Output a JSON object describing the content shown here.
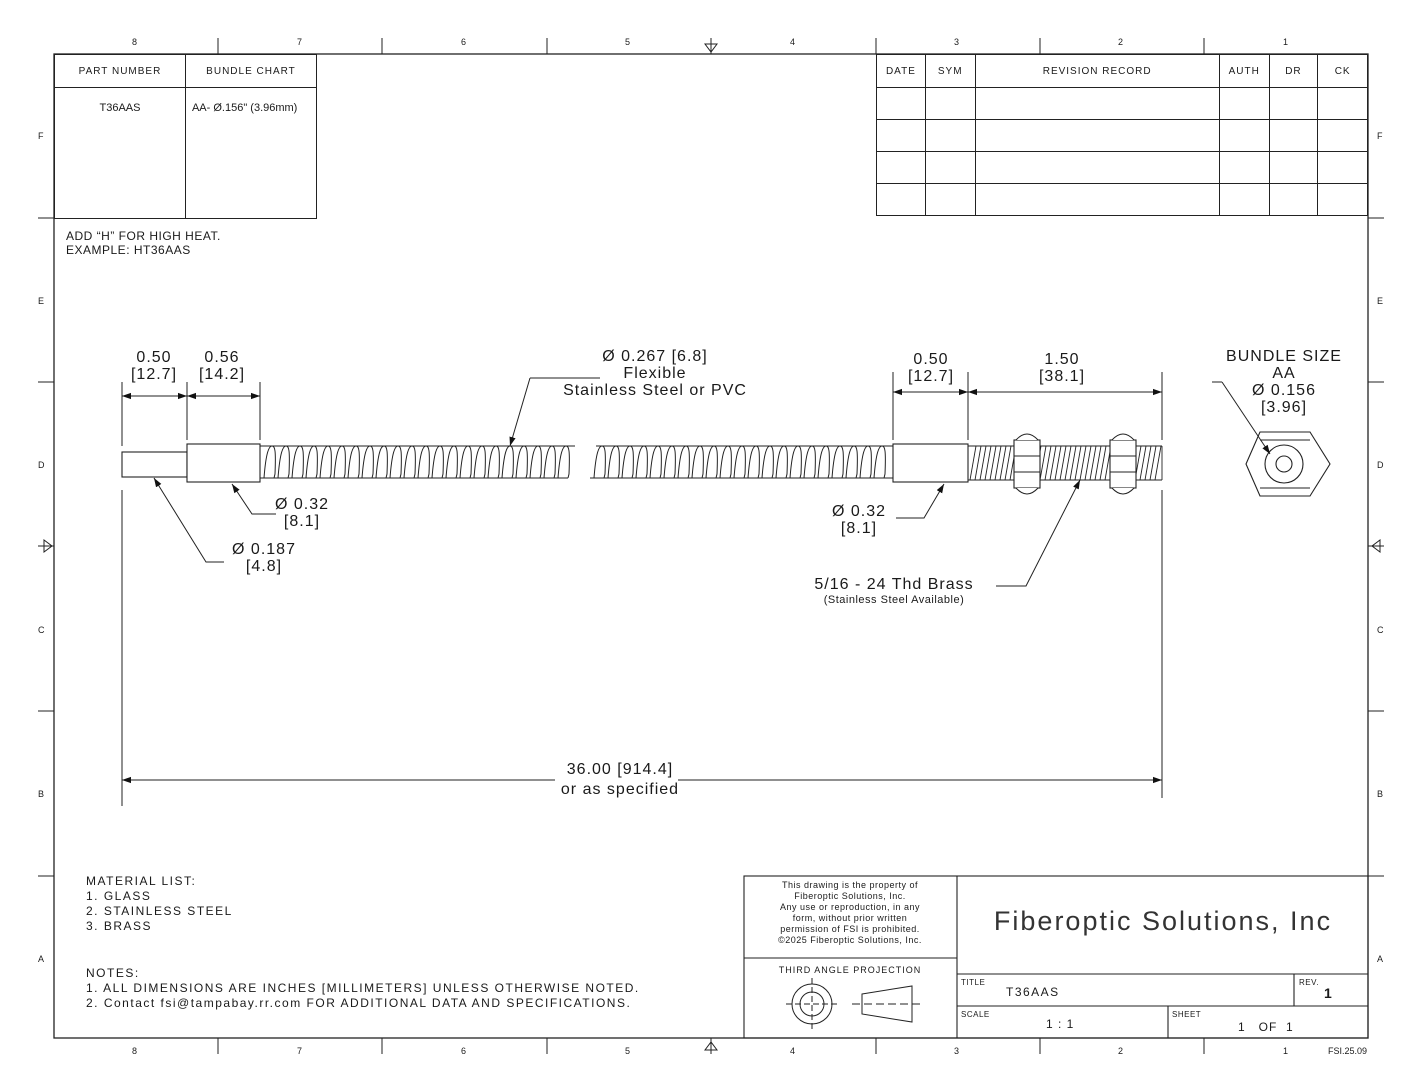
{
  "border": {
    "col_labels": [
      "8",
      "7",
      "6",
      "5",
      "4",
      "3",
      "2",
      "1"
    ],
    "row_labels": [
      "F",
      "E",
      "D",
      "C",
      "B",
      "A"
    ],
    "sheet_code": "FSI.25.09"
  },
  "part_table": {
    "headers": [
      "PART NUMBER",
      "BUNDLE CHART"
    ],
    "part_number": "T36AAS",
    "bundle_chart": "AA- Ø.156\" (3.96mm)"
  },
  "revision_table": {
    "headers": [
      "DATE",
      "SYM",
      "REVISION RECORD",
      "AUTH",
      "DR",
      "CK"
    ]
  },
  "heat_note": {
    "line1": "ADD “H” FOR HIGH HEAT.",
    "line2": "EXAMPLE: HT36AAS"
  },
  "dimensions": {
    "tip_length": "0.50",
    "tip_length_mm": "[12.7]",
    "ferrule_length": "0.56",
    "ferrule_length_mm": "[14.2]",
    "jacket_dia": "Ø 0.267 [6.8]",
    "jacket_type": "Flexible",
    "jacket_material": "Stainless Steel or PVC",
    "ferrule_dia": "Ø 0.32",
    "ferrule_dia_mm": "[8.1]",
    "tip_dia": "Ø 0.187",
    "tip_dia_mm": "[4.8]",
    "right_ferrule_length": "0.50",
    "right_ferrule_length_mm": "[12.7]",
    "thread_length": "1.50",
    "thread_length_mm": "[38.1]",
    "right_ferrule_dia": "Ø 0.32",
    "right_ferrule_dia_mm": "[8.1]",
    "thread_spec": "5/16 - 24 Thd Brass",
    "thread_note": "(Stainless Steel Available)",
    "overall_length": "36.00 [914.4]",
    "overall_note": "or as specified"
  },
  "bundle_size": {
    "title": "BUNDLE SIZE",
    "code": "AA",
    "dia": "Ø 0.156",
    "dia_mm": "[3.96]"
  },
  "material_list": {
    "title": "MATERIAL LIST:",
    "items": [
      "1.   GLASS",
      "2.   STAINLESS STEEL",
      "3.   BRASS"
    ]
  },
  "notes": {
    "title": "NOTES:",
    "items": [
      "1.   ALL DIMENSIONS ARE INCHES [MILLIMETERS] UNLESS OTHERWISE NOTED.",
      "2.   Contact fsi@tampabay.rr.com FOR ADDITIONAL DATA AND SPECIFICATIONS."
    ]
  },
  "title_block": {
    "property_notice": [
      "This drawing is the property of",
      "Fiberoptic Solutions, Inc.",
      "Any use or reproduction, in any",
      "form, without prior written",
      "permission of FSI is prohibited.",
      "©2025 Fiberoptic Solutions, Inc."
    ],
    "projection": "THIRD ANGLE PROJECTION",
    "company": "Fiberoptic Solutions, Inc",
    "title_label": "TITLE",
    "title_value": "T36AAS",
    "rev_label": "REV.",
    "rev_value": "1",
    "scale_label": "SCALE",
    "scale_value": "1 : 1",
    "sheet_label": "SHEET",
    "sheet_value": "1   OF  1"
  }
}
